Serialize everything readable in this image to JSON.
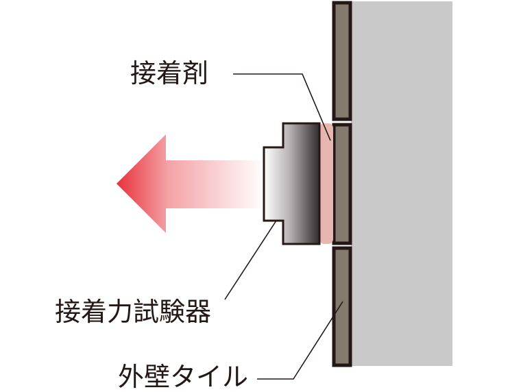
{
  "labels": {
    "adhesive": "接着剤",
    "tester": "接着力試験器",
    "tile": "外壁タイル"
  },
  "colors": {
    "wall": "#c9c9c9",
    "tile_fill": "#847a6d",
    "tile_border": "#231815",
    "adhesive": "#e8b6b1",
    "arrow_tip": "#e8323c",
    "tester_dark": "#3a3335",
    "leader_line": "#231815",
    "text": "#231815"
  }
}
